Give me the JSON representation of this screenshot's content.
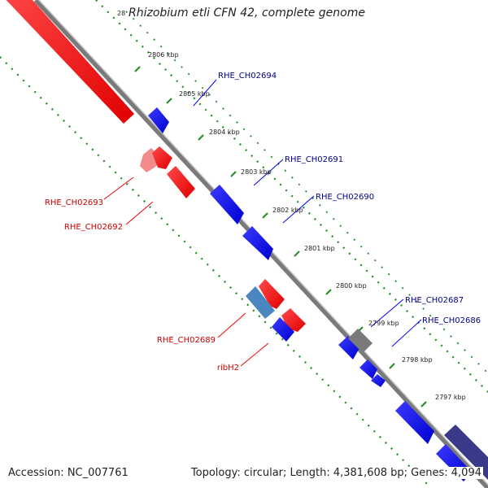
{
  "title": "Rhizobium etli CFN 42, complete genome",
  "title_fragment": "28",
  "footer": {
    "accession": "Accession: NC_007761",
    "summary": "Topology: circular; Length: 4,381,608 bp; Genes: 4,094"
  },
  "ruler": {
    "ticks": [
      "2806 kbp",
      "2805 kbp",
      "2804 kbp",
      "2803 kbp",
      "2802 kbp",
      "2801 kbp",
      "2800 kbp",
      "2799 kbp",
      "2798 kbp",
      "2797 kbp"
    ]
  },
  "gene_labels": {
    "forward": [
      "RHE_CH02694",
      "RHE_CH02691",
      "RHE_CH02690",
      "RHE_CH02687",
      "RHE_CH02686"
    ],
    "reverse": [
      "RHE_CH02693",
      "RHE_CH02692",
      "RHE_CH02689",
      "ribH2"
    ]
  },
  "colors": {
    "forward_strand": "#0000ee",
    "reverse_strand": "#ee0000",
    "forward_label": "#00008b",
    "reverse_label": "#cc0000",
    "backbone": "#777777",
    "dots": "#228b22",
    "tick_label": "#222222"
  }
}
